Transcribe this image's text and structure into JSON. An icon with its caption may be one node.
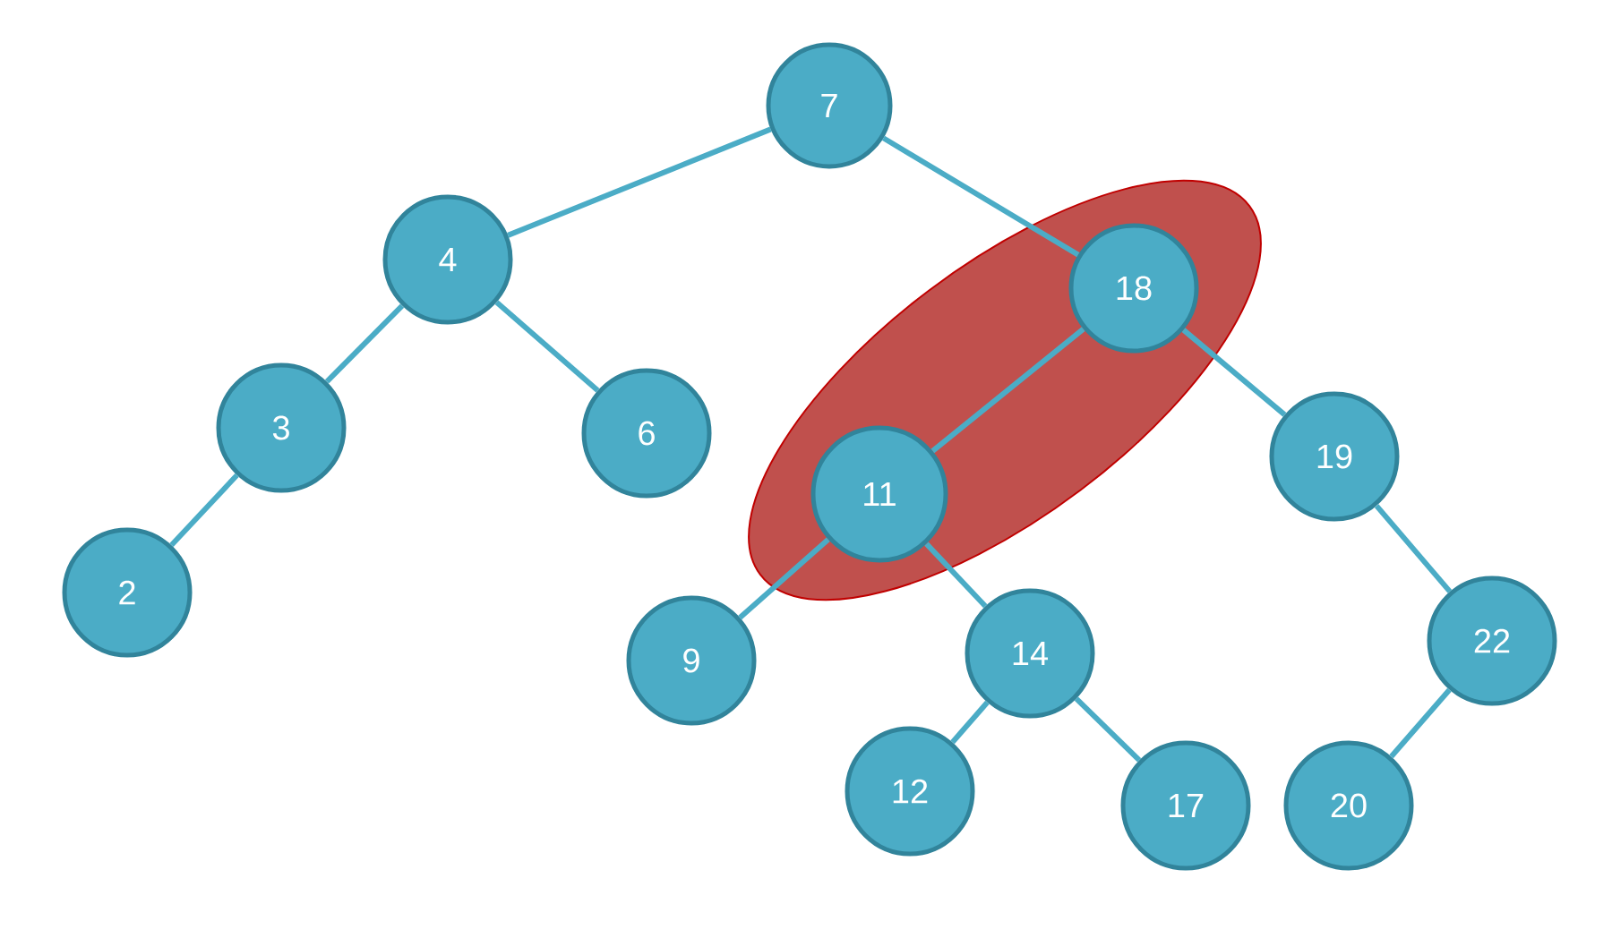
{
  "diagram": {
    "nodes": [
      {
        "text": [
          "7"
        ]
      },
      {
        "text": [
          "4"
        ]
      },
      {
        "text": [
          "18"
        ]
      },
      {
        "text": [
          "3"
        ]
      },
      {
        "text": [
          "6"
        ]
      },
      {
        "text": [
          "11"
        ]
      },
      {
        "text": [
          "19"
        ]
      },
      {
        "text": [
          "2"
        ]
      },
      {
        "text": [
          "9"
        ]
      },
      {
        "text": [
          "14"
        ]
      },
      {
        "text": [
          "22"
        ]
      },
      {
        "text": [
          "12"
        ]
      },
      {
        "text": [
          "17"
        ]
      },
      {
        "text": [
          "20"
        ]
      }
    ],
    "edges": [
      {
        "from": 0,
        "to": 1,
        "arrow": "none"
      },
      {
        "from": 0,
        "to": 2,
        "arrow": "none"
      },
      {
        "from": 1,
        "to": 3,
        "arrow": "none"
      },
      {
        "from": 1,
        "to": 4,
        "arrow": "none"
      },
      {
        "from": 3,
        "to": 7,
        "arrow": "none"
      },
      {
        "from": 2,
        "to": 5,
        "arrow": "none"
      },
      {
        "from": 2,
        "to": 6,
        "arrow": "none"
      },
      {
        "from": 5,
        "to": 8,
        "arrow": "none"
      },
      {
        "from": 5,
        "to": 9,
        "arrow": "none"
      },
      {
        "from": 6,
        "to": 10,
        "arrow": "none"
      },
      {
        "from": 9,
        "to": 11,
        "arrow": "none"
      },
      {
        "from": 9,
        "to": 12,
        "arrow": "none"
      },
      {
        "from": 10,
        "to": 13,
        "arrow": "none"
      }
    ]
  }
}
